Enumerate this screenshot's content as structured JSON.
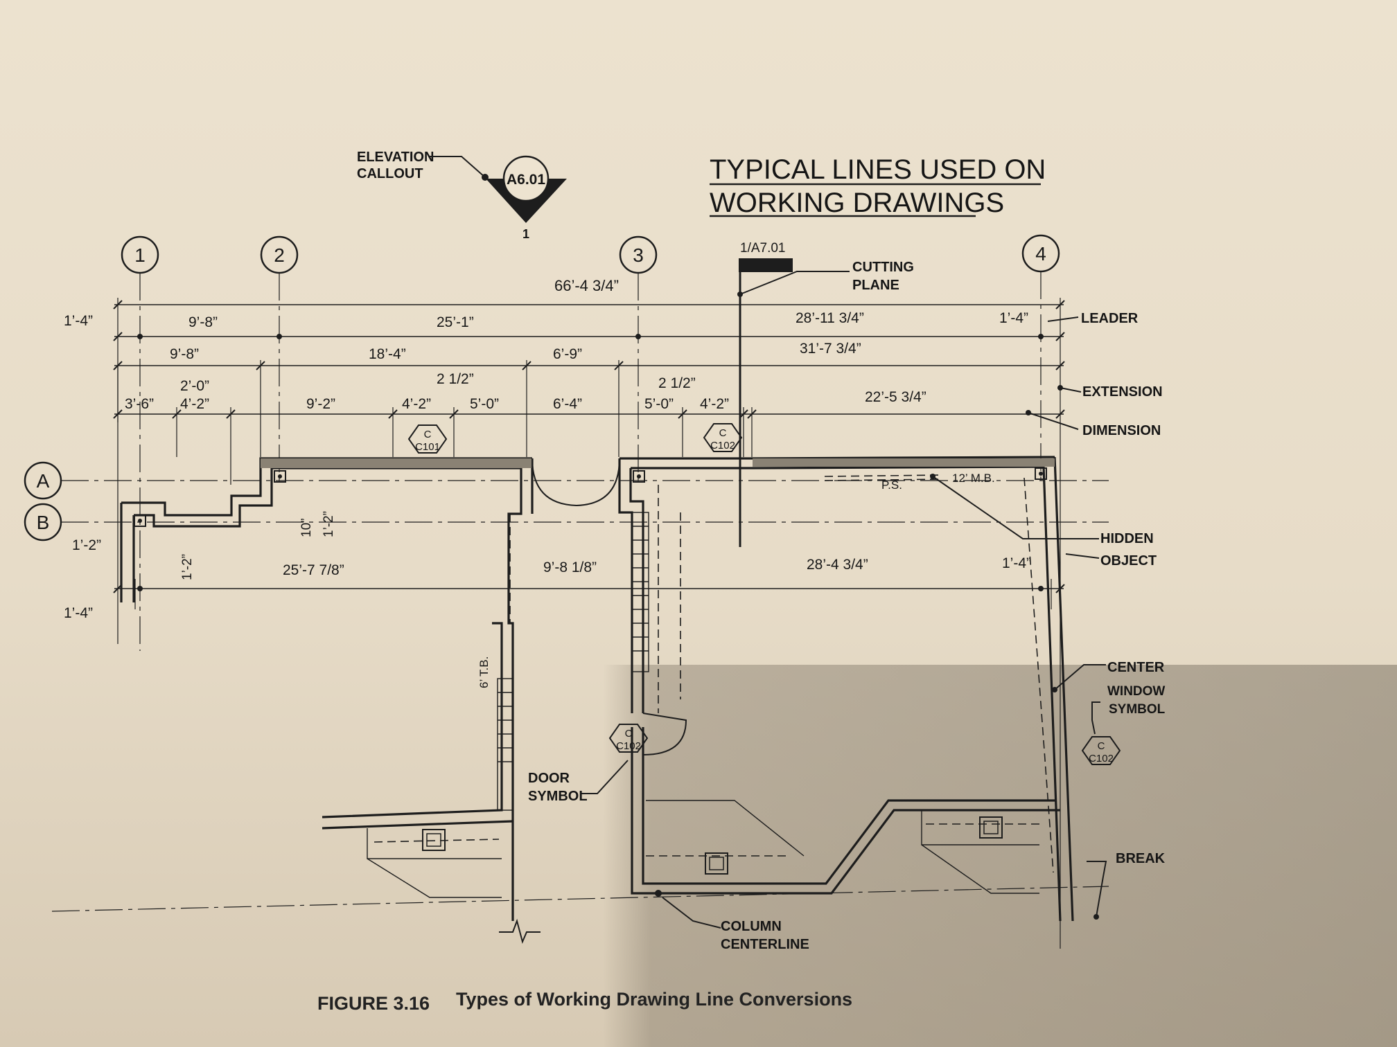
{
  "title": {
    "line1": "TYPICAL LINES USED ON",
    "line2": "WORKING DRAWINGS"
  },
  "caption": {
    "figure": "FIGURE 3.16",
    "text": "Types of Working Drawing Line Conversions"
  },
  "grid": {
    "c1": "1",
    "c2": "2",
    "c3": "3",
    "c4": "4",
    "rA": "A",
    "rB": "B"
  },
  "elevation": {
    "label1": "ELEVATION",
    "label2": "CALLOUT",
    "sheet": "A6.01",
    "number": "1"
  },
  "cutting": {
    "sheet": "1/A7.01",
    "label1": "CUTTING",
    "label2": "PLANE"
  },
  "line_labels": {
    "leader": "LEADER",
    "extension": "EXTENSION",
    "dimension": "DIMENSION",
    "hidden": "HIDDEN",
    "object": "OBJECT",
    "center": "CENTER",
    "window1": "WINDOW",
    "window2": "SYMBOL",
    "break": "BREAK",
    "column1": "COLUMN",
    "column2": "CENTERLINE",
    "door1": "DOOR",
    "door2": "SYMBOL"
  },
  "tags": {
    "c101": {
      "top": "C",
      "bottom": "C101"
    },
    "c102a": {
      "top": "C",
      "bottom": "C102"
    },
    "c102b": {
      "top": "C",
      "bottom": "C102"
    },
    "c102c": {
      "top": "C",
      "bottom": "C102"
    }
  },
  "dims": {
    "d_66_4": "66’-4 3/4”",
    "d_1_4_tl": "1’-4”",
    "d_9_8a": "9’-8”",
    "d_25_1": "25’-1”",
    "d_28_11": "28’-11 3/4”",
    "d_1_4_tr": "1’-4”",
    "d_31_7": "31’-7 3/4”",
    "d_9_8b": "9’-8”",
    "d_18_4": "18’-4”",
    "d_6_9": "6’-9”",
    "d_2_0": "2’-0”",
    "d_2_half_a": "2 1/2”",
    "d_2_half_b": "2 1/2”",
    "d_22_5": "22’-5 3/4”",
    "d_3_6": "3’-6”",
    "d_4_2a": "4’-2”",
    "d_9_2": "9’-2”",
    "d_4_2b": "4’-2”",
    "d_5_0a": "5’-0”",
    "d_6_4": "6’-4”",
    "d_5_0b": "5’-0”",
    "d_4_2c": "4’-2”",
    "d_10": "10”",
    "d_1_2_v": "1’-2”",
    "d_1_2_left": "1’-2”",
    "d_1_2_v2": "1’-2”",
    "d_25_7": "25’-7 7/8”",
    "d_9_8_1": "9’-8 1/8”",
    "d_28_4": "28’-4 3/4”",
    "d_1_4_mr": "1’-4”",
    "d_1_4_bl": "1’-4”",
    "d_6_tb": "6’ T.B.",
    "ps": "P.S.",
    "mb": "12’ M.B."
  }
}
